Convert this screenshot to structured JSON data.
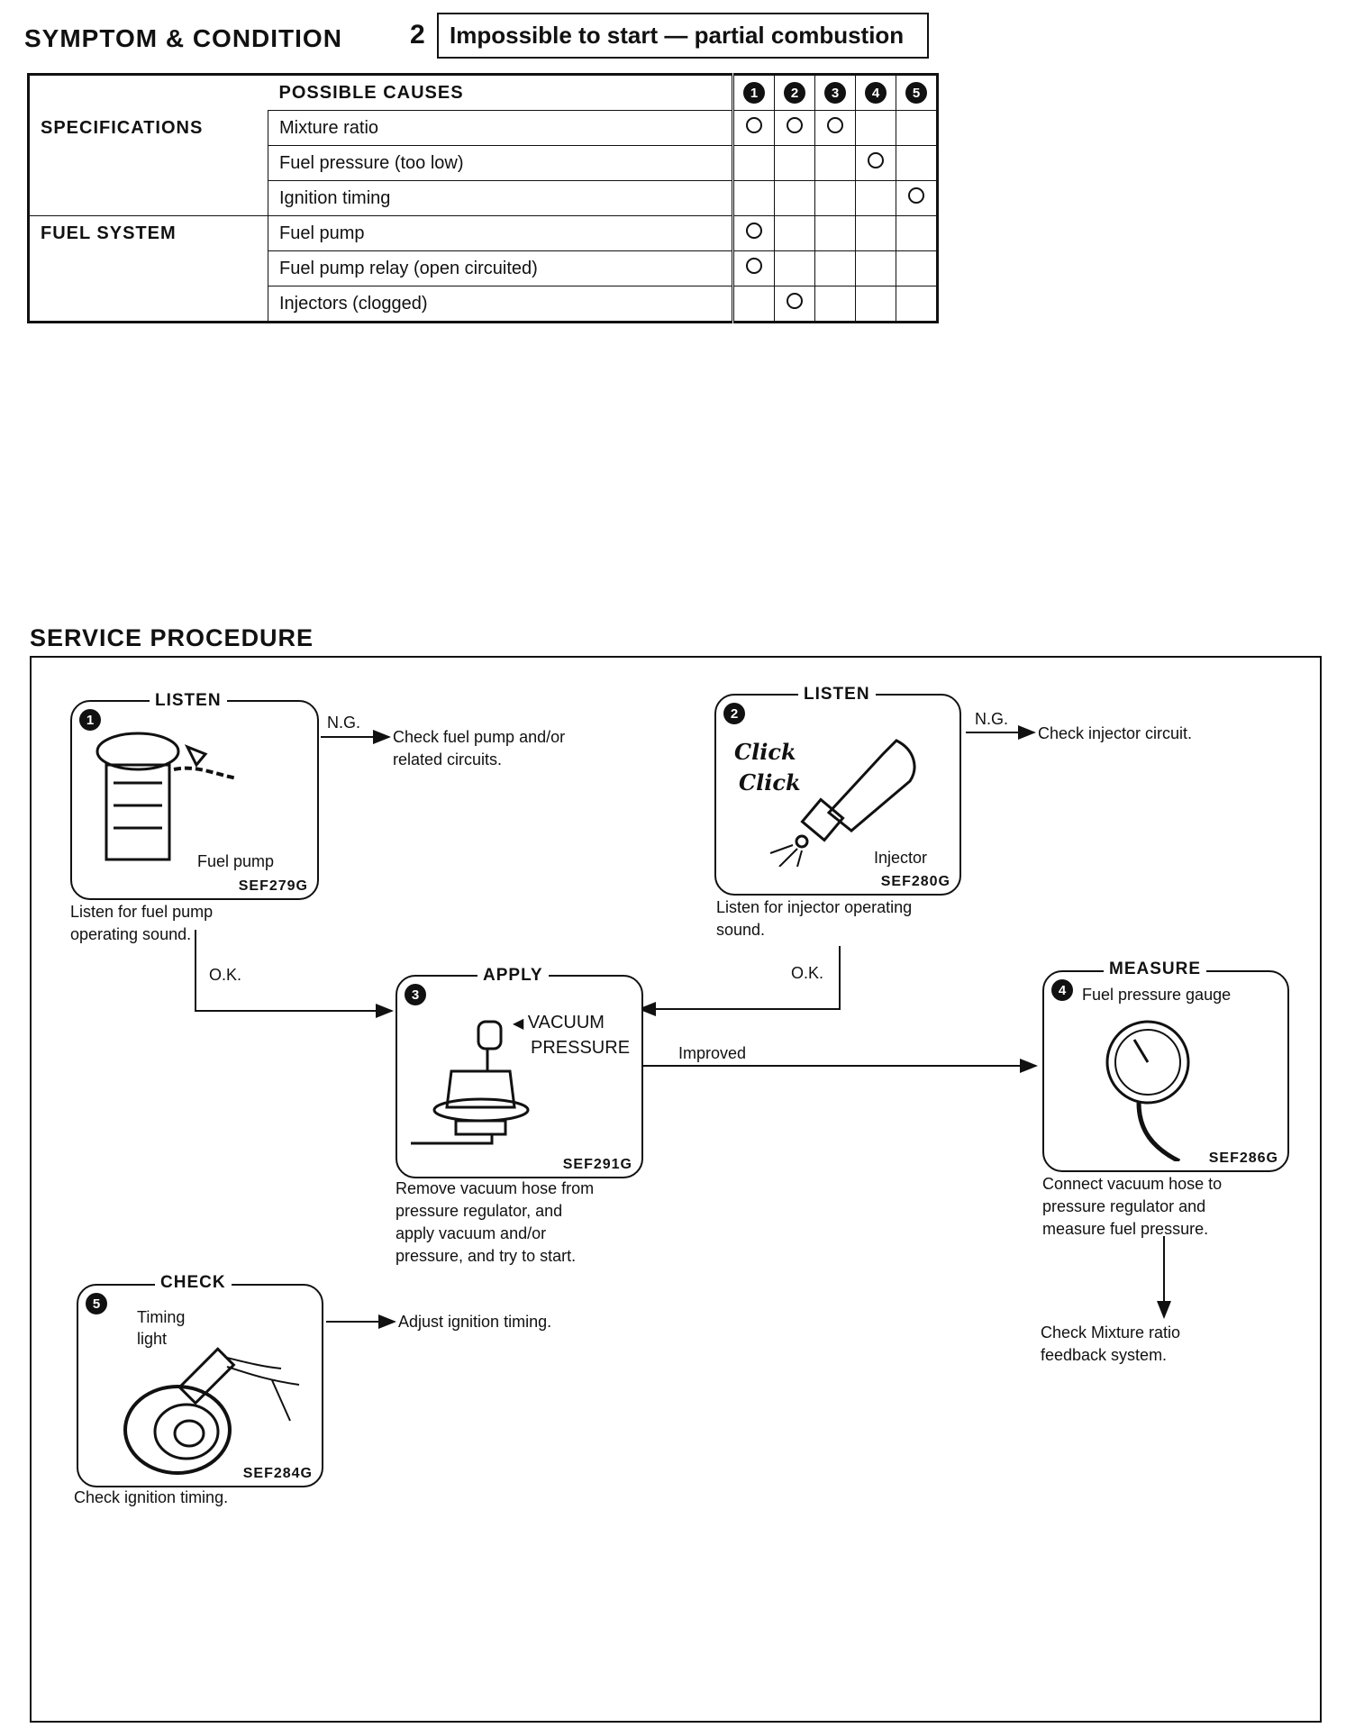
{
  "header": {
    "title": "SYMPTOM & CONDITION",
    "condition_number": "2",
    "condition_text": "Impossible to start — partial combustion"
  },
  "table": {
    "header_label": "POSSIBLE CAUSES",
    "column_numbers": [
      "1",
      "2",
      "3",
      "4",
      "5"
    ],
    "groups": [
      {
        "name": "SPECIFICATIONS",
        "rows": [
          {
            "cause": "Mixture ratio",
            "marks": [
              true,
              true,
              true,
              false,
              false
            ]
          },
          {
            "cause": "Fuel pressure (too low)",
            "marks": [
              false,
              false,
              false,
              true,
              false
            ]
          },
          {
            "cause": "Ignition timing",
            "marks": [
              false,
              false,
              false,
              false,
              true
            ]
          }
        ]
      },
      {
        "name": "FUEL SYSTEM",
        "rows": [
          {
            "cause": "Fuel pump",
            "marks": [
              true,
              false,
              false,
              false,
              false
            ]
          },
          {
            "cause": "Fuel pump relay (open circuited)",
            "marks": [
              true,
              false,
              false,
              false,
              false
            ]
          },
          {
            "cause": "Injectors (clogged)",
            "marks": [
              false,
              true,
              false,
              false,
              false
            ]
          }
        ]
      }
    ]
  },
  "procedure": {
    "title": "SERVICE PROCEDURE",
    "step1": {
      "num": "1",
      "title": "LISTEN",
      "label": "Fuel pump",
      "code": "SEF279G",
      "caption": [
        "Listen for fuel pump",
        "operating sound."
      ],
      "ng_label": "N.G.",
      "ng_text": [
        "Check fuel pump and/or",
        "related circuits."
      ],
      "ok_label": "O.K."
    },
    "step2": {
      "num": "2",
      "title": "LISTEN",
      "label": "Injector",
      "code": "SEF280G",
      "click1": "Click",
      "click2": "Click",
      "caption": [
        "Listen for injector operating",
        "sound."
      ],
      "ng_label": "N.G.",
      "ng_text": "Check injector circuit.",
      "ok_label": "O.K."
    },
    "step3": {
      "num": "3",
      "title": "APPLY",
      "label1": "VACUUM",
      "label2": "PRESSURE",
      "code": "SEF291G",
      "caption": [
        "Remove vacuum hose from",
        "pressure regulator, and",
        "apply vacuum and/or",
        "pressure, and try to start."
      ],
      "improved_label": "Improved"
    },
    "step4": {
      "num": "4",
      "title": "MEASURE",
      "label": "Fuel pressure gauge",
      "code": "SEF286G",
      "caption": [
        "Connect vacuum hose to",
        "pressure regulator and",
        "measure fuel pressure."
      ],
      "result": [
        "Check Mixture ratio",
        "feedback system."
      ]
    },
    "step5": {
      "num": "5",
      "title": "CHECK",
      "label1": "Timing",
      "label2": "light",
      "code": "SEF284G",
      "caption": "Check ignition timing.",
      "action": "Adjust ignition timing."
    }
  }
}
